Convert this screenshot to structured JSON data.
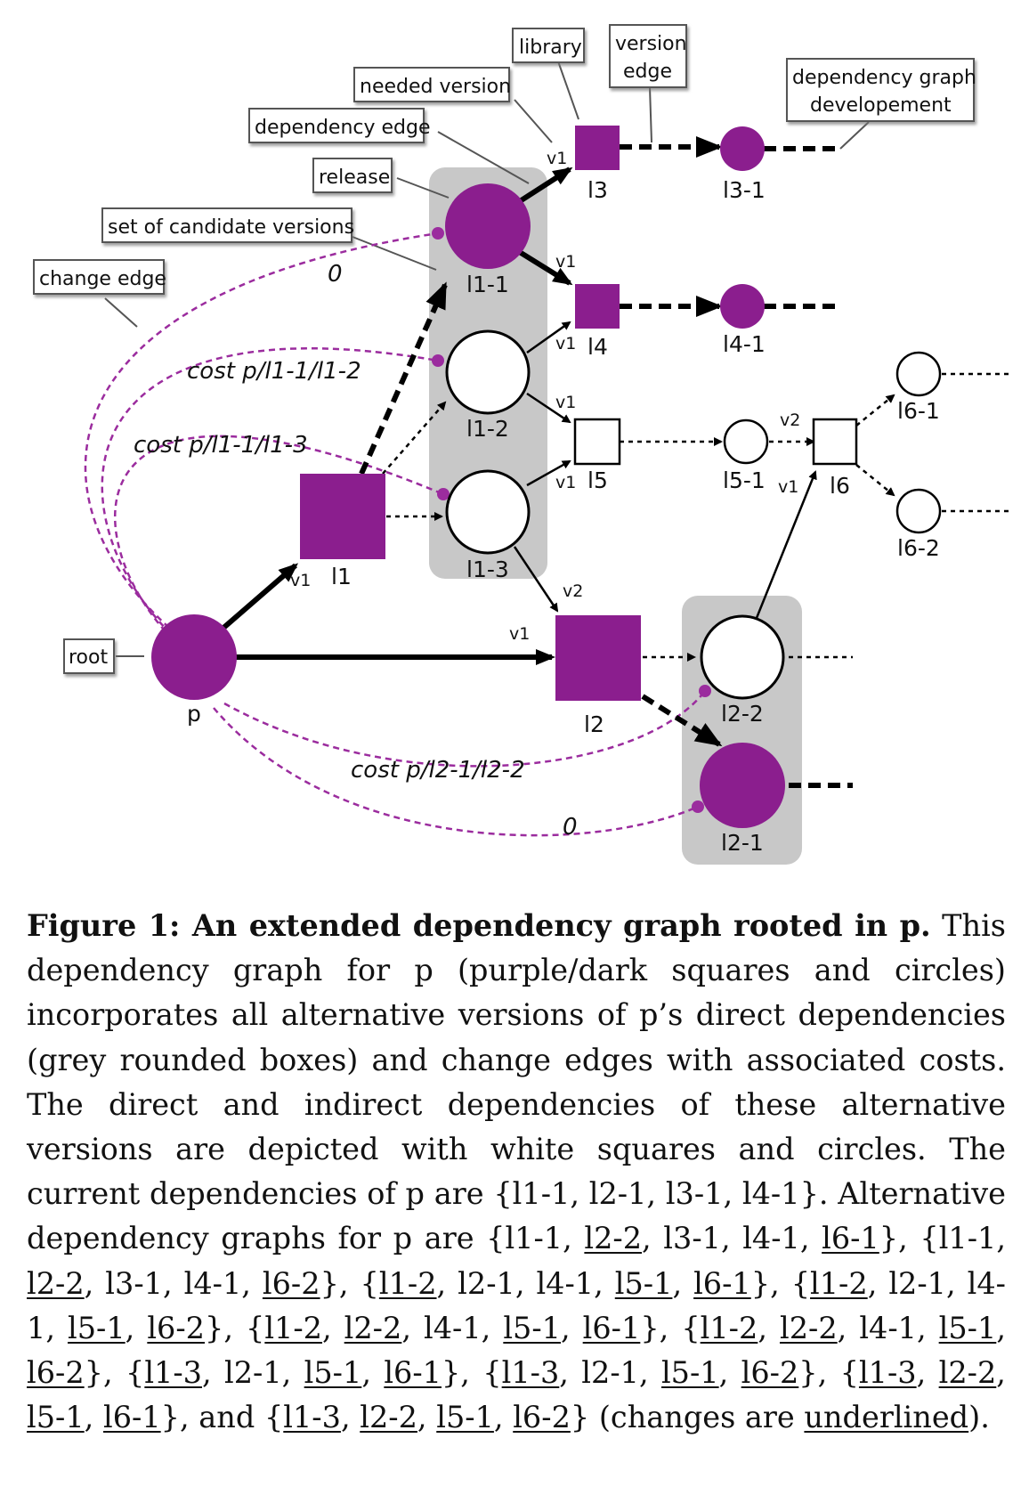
{
  "callouts": {
    "library": "library",
    "version_edge_1": "version",
    "version_edge_2": "edge",
    "needed_version": "needed version",
    "dependency_edge": "dependency edge",
    "release": "release",
    "set_of_candidates": "set of candidate versions",
    "change_edge": "change edge",
    "graph_dev_1": "dependency graph",
    "graph_dev_2": "developement",
    "root": "root"
  },
  "nodes": {
    "p": "p",
    "l1": "l1",
    "l1_1": "l1-1",
    "l1_2": "l1-2",
    "l1_3": "l1-3",
    "l2": "l2",
    "l2_1": "l2-1",
    "l2_2": "l2-2",
    "l3": "l3",
    "l3_1": "l3-1",
    "l4": "l4",
    "l4_1": "l4-1",
    "l5": "l5",
    "l5_1": "l5-1",
    "l6": "l6",
    "l6_1": "l6-1",
    "l6_2": "l6-2"
  },
  "edge_versions": {
    "v1": "v1",
    "v2": "v2"
  },
  "costs": {
    "c_l1_1": "0",
    "c_l1_2": "cost p/l1-1/l1-2",
    "c_l1_3": "cost p/l1-1/l1-3",
    "c_l2_2": "cost p/l2-1/l2-2",
    "c_l2_1": "0"
  },
  "colors": {
    "purple": "#8B1E8E",
    "grey_box": "#C8C8C8",
    "dashed_purple": "#9B2C9E"
  },
  "caption": {
    "label": "Figure 1:",
    "title": " An extended dependency graph rooted in p.",
    "body_1": " This dependency graph for p (purple/dark squares and circles) incorporates all alternative versions of p’s direct dependencies (grey rounded boxes) and change edges with associated costs. The direct and indirect dependencies of these alternative versions are depicted with white squares and circles. The current dependencies of p are {l1-1, l2-1, l3-1, l4-1}. Alternative dependency graphs for p are ",
    "set_1": [
      "{l1-1, ",
      "l2-2",
      ", l3-1, l4-1, ",
      "l6-1",
      "}, "
    ],
    "set_2": [
      "{l1-1, ",
      "l2-2",
      ", l3-1, l4-1, ",
      "l6-2",
      "}, "
    ],
    "set_3": [
      "{",
      "l1-2",
      ", l2-1, l4-1, ",
      "l5-1",
      ", ",
      "l6-1",
      "}, "
    ],
    "set_4": [
      "{",
      "l1-2",
      ", l2-1, l4-1, ",
      "l5-1",
      ", ",
      "l6-2",
      "}, "
    ],
    "set_5": [
      "{",
      "l1-2",
      ", ",
      "l2-2",
      ", l4-1, ",
      "l5-1",
      ", ",
      "l6-1",
      "}, "
    ],
    "set_6": [
      "{",
      "l1-2",
      ", ",
      "l2-2",
      ", l4-1, ",
      "l5-1",
      ", ",
      "l6-2",
      "}, "
    ],
    "set_7": [
      "{",
      "l1-3",
      ", l2-1, ",
      "l5-1",
      ", ",
      "l6-1",
      "}, "
    ],
    "set_8": [
      "{",
      "l1-3",
      ", l2-1, ",
      "l5-1",
      ", ",
      "l6-2",
      "}, "
    ],
    "set_9": [
      "{",
      "l1-3",
      ", ",
      "l2-2",
      ", ",
      "l5-1",
      ", ",
      "l6-1",
      "}, "
    ],
    "and": "and ",
    "set_10": [
      "{",
      "l1-3",
      ", ",
      "l2-2",
      ", ",
      "l5-1",
      ", ",
      "l6-2",
      "}"
    ],
    "tail_1": " (changes are ",
    "tail_u": "underlined",
    "tail_2": ")."
  }
}
